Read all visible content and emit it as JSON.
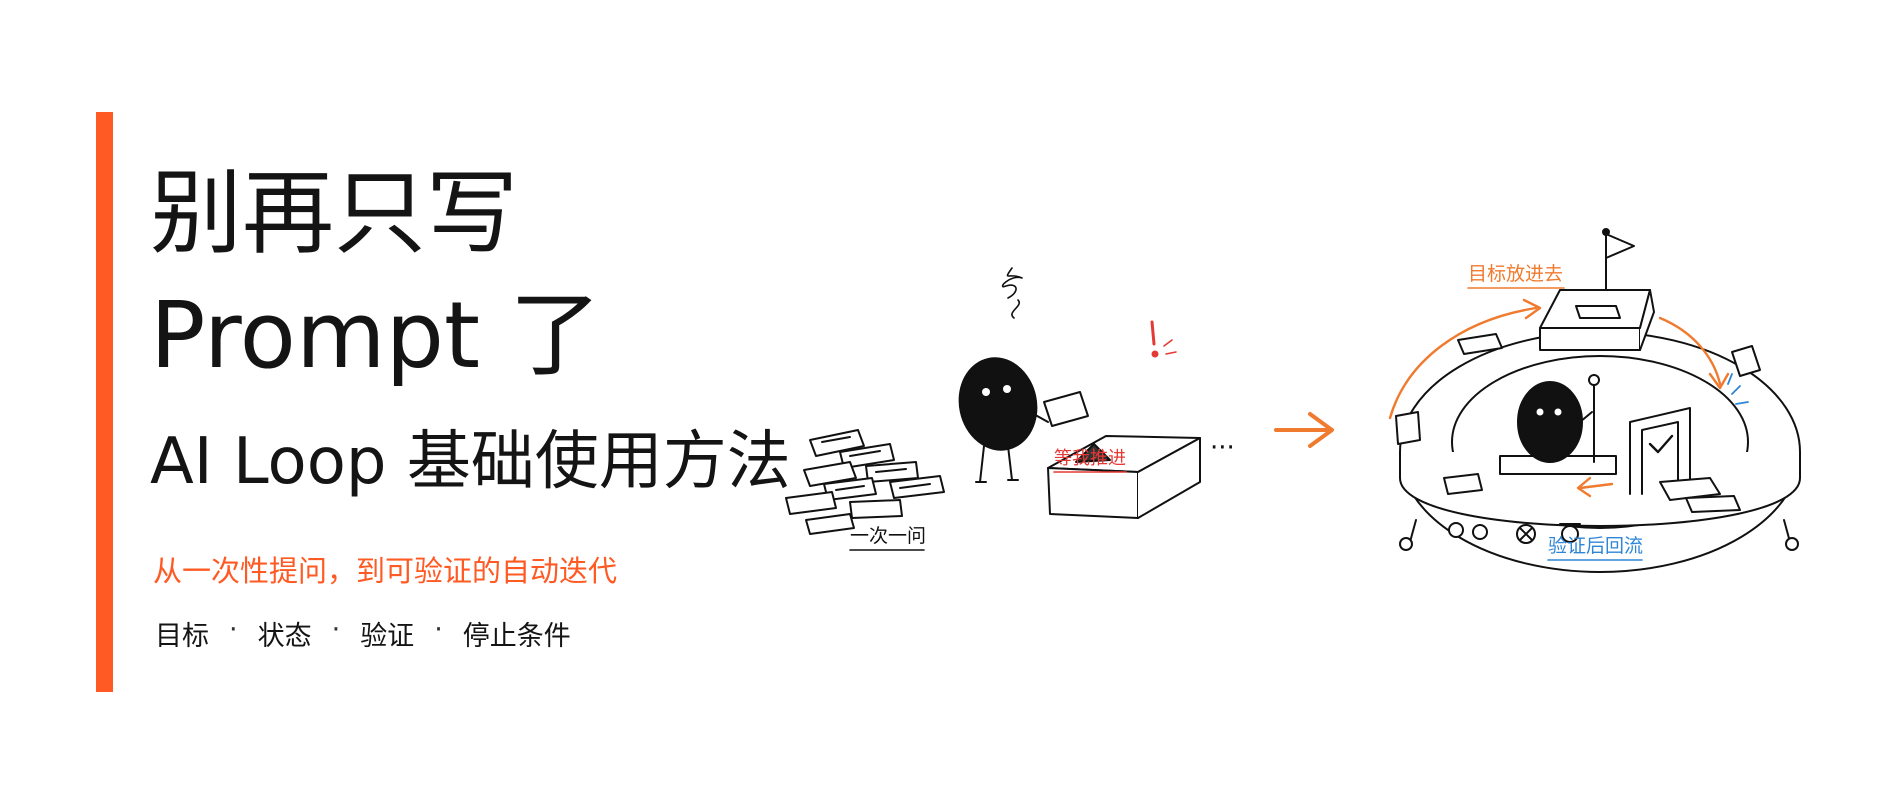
{
  "headline": {
    "line1": "别再只写",
    "line2": "Prompt 了",
    "line3": "AI Loop 基础使用方法"
  },
  "subtitle": "从一次性提问，到可验证的自动迭代",
  "keywords": [
    "目标",
    "状态",
    "验证",
    "停止条件"
  ],
  "keyword_separator": "·",
  "illustration": {
    "label_pile": "一次一问",
    "label_box": "等我推进",
    "label_dots": "···",
    "label_goal": "目标放进去",
    "label_return": "验证后回流"
  },
  "colors": {
    "accent": "#ff5a23",
    "text": "#141414",
    "label_red": "#e53935",
    "label_orange": "#f07a2e",
    "label_blue": "#2f86d6"
  },
  "icons": [
    "paper-pile-icon",
    "blob-character-icon",
    "box-icon",
    "arrow-right-icon",
    "loop-machine-icon",
    "flag-icon"
  ]
}
